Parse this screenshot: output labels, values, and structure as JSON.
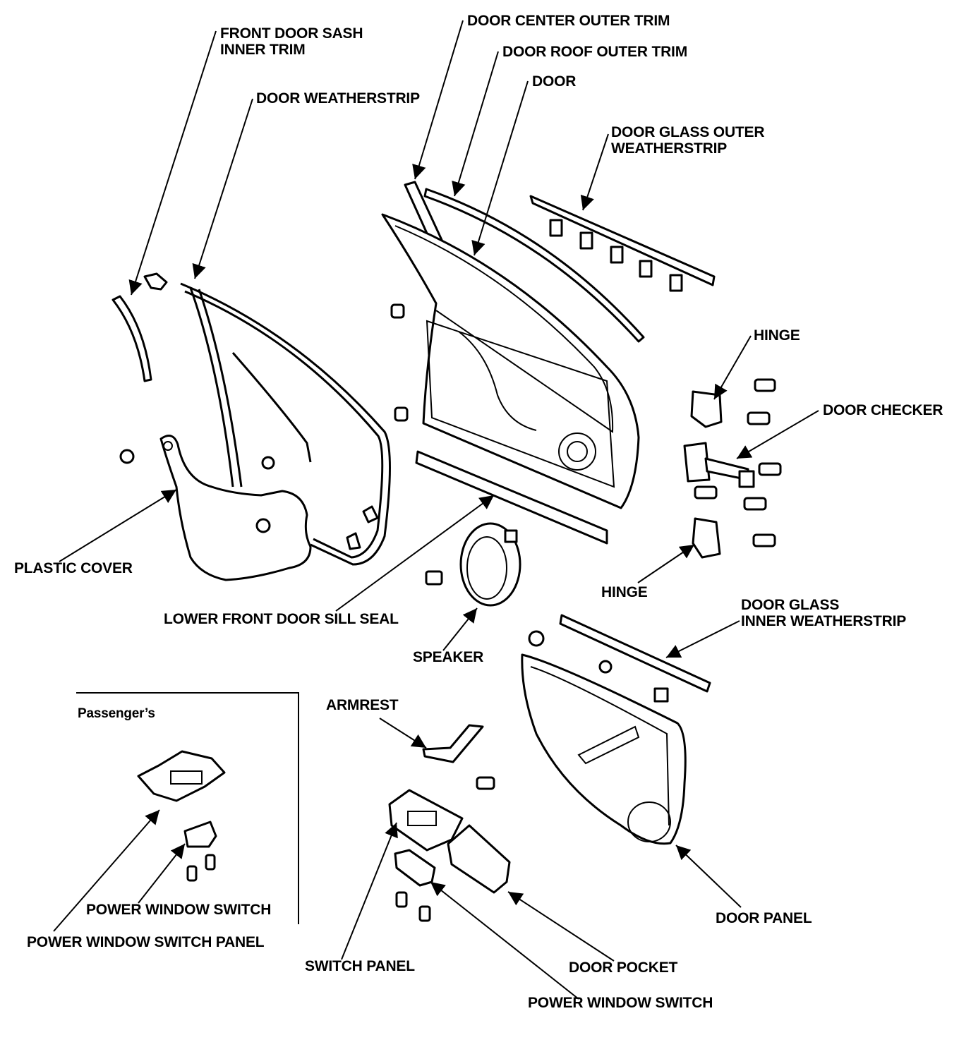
{
  "labels": {
    "front_door_sash_inner_trim": [
      "FRONT DOOR SASH",
      "INNER TRIM"
    ],
    "door_weatherstrip": "DOOR WEATHERSTRIP",
    "door_center_outer_trim": "DOOR CENTER OUTER TRIM",
    "door_roof_outer_trim": "DOOR ROOF OUTER TRIM",
    "door": "DOOR",
    "door_glass_outer_weatherstrip": [
      "DOOR GLASS OUTER",
      "WEATHERSTRIP"
    ],
    "hinge_upper": "HINGE",
    "door_checker": "DOOR CHECKER",
    "hinge_lower": "HINGE",
    "plastic_cover": "PLASTIC COVER",
    "lower_front_door_sill_seal": "LOWER FRONT DOOR SILL SEAL",
    "speaker": "SPEAKER",
    "door_glass_inner_weatherstrip": [
      "DOOR GLASS",
      "INNER WEATHERSTRIP"
    ],
    "passengers": "Passenger’s",
    "armrest": "ARMREST",
    "power_window_switch_passenger": "POWER WINDOW SWITCH",
    "power_window_switch_panel": "POWER WINDOW SWITCH PANEL",
    "switch_panel": "SWITCH PANEL",
    "door_pocket": "DOOR POCKET",
    "power_window_switch_driver": "POWER WINDOW SWITCH",
    "door_panel": "DOOR PANEL"
  }
}
